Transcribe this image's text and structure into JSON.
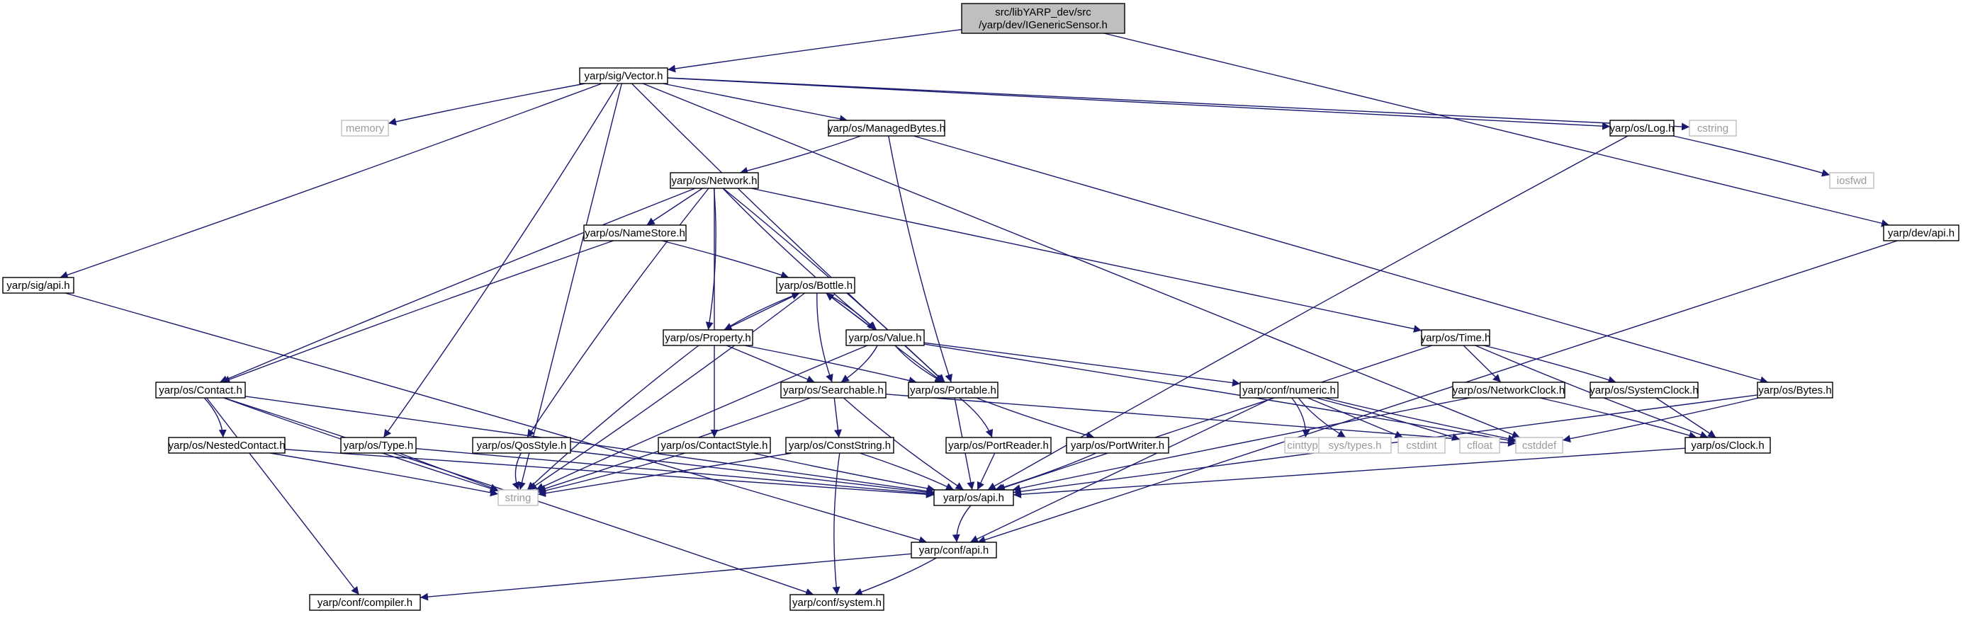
{
  "diagram": {
    "colors": {
      "edge": "#191970",
      "root_fill": "#bfbfbf",
      "system_border": "#bfbfbf",
      "node_border": "#000000"
    },
    "nodes": [
      {
        "id": "root",
        "lines": [
          "src/libYARP_dev/src",
          "/yarp/dev/IGenericSensor.h"
        ],
        "kind": "root"
      },
      {
        "id": "vector",
        "lines": [
          "yarp/sig/Vector.h"
        ],
        "kind": "header"
      },
      {
        "id": "memory",
        "lines": [
          "memory"
        ],
        "kind": "system"
      },
      {
        "id": "managedbytes",
        "lines": [
          "yarp/os/ManagedBytes.h"
        ],
        "kind": "header"
      },
      {
        "id": "log",
        "lines": [
          "yarp/os/Log.h"
        ],
        "kind": "header"
      },
      {
        "id": "cstring",
        "lines": [
          "cstring"
        ],
        "kind": "system"
      },
      {
        "id": "iosfwd",
        "lines": [
          "iosfwd"
        ],
        "kind": "system"
      },
      {
        "id": "devapi",
        "lines": [
          "yarp/dev/api.h"
        ],
        "kind": "header"
      },
      {
        "id": "sigapi",
        "lines": [
          "yarp/sig/api.h"
        ],
        "kind": "header"
      },
      {
        "id": "network",
        "lines": [
          "yarp/os/Network.h"
        ],
        "kind": "header"
      },
      {
        "id": "namestore",
        "lines": [
          "yarp/os/NameStore.h"
        ],
        "kind": "header"
      },
      {
        "id": "bottle",
        "lines": [
          "yarp/os/Bottle.h"
        ],
        "kind": "header"
      },
      {
        "id": "property",
        "lines": [
          "yarp/os/Property.h"
        ],
        "kind": "header"
      },
      {
        "id": "value",
        "lines": [
          "yarp/os/Value.h"
        ],
        "kind": "header"
      },
      {
        "id": "time",
        "lines": [
          "yarp/os/Time.h"
        ],
        "kind": "header"
      },
      {
        "id": "contact",
        "lines": [
          "yarp/os/Contact.h"
        ],
        "kind": "header"
      },
      {
        "id": "searchable",
        "lines": [
          "yarp/os/Searchable.h"
        ],
        "kind": "header"
      },
      {
        "id": "portable",
        "lines": [
          "yarp/os/Portable.h"
        ],
        "kind": "header"
      },
      {
        "id": "numeric",
        "lines": [
          "yarp/conf/numeric.h"
        ],
        "kind": "header"
      },
      {
        "id": "networkclock",
        "lines": [
          "yarp/os/NetworkClock.h"
        ],
        "kind": "header"
      },
      {
        "id": "systemclock",
        "lines": [
          "yarp/os/SystemClock.h"
        ],
        "kind": "header"
      },
      {
        "id": "bytes",
        "lines": [
          "yarp/os/Bytes.h"
        ],
        "kind": "header"
      },
      {
        "id": "nestedcontact",
        "lines": [
          "yarp/os/NestedContact.h"
        ],
        "kind": "header"
      },
      {
        "id": "type",
        "lines": [
          "yarp/os/Type.h"
        ],
        "kind": "header"
      },
      {
        "id": "qosstyle",
        "lines": [
          "yarp/os/QosStyle.h"
        ],
        "kind": "header"
      },
      {
        "id": "contactstyle",
        "lines": [
          "yarp/os/ContactStyle.h"
        ],
        "kind": "header"
      },
      {
        "id": "conststring",
        "lines": [
          "yarp/os/ConstString.h"
        ],
        "kind": "header"
      },
      {
        "id": "portreader",
        "lines": [
          "yarp/os/PortReader.h"
        ],
        "kind": "header"
      },
      {
        "id": "portwriter",
        "lines": [
          "yarp/os/PortWriter.h"
        ],
        "kind": "header"
      },
      {
        "id": "cinttypes",
        "lines": [
          "cinttypes"
        ],
        "kind": "system"
      },
      {
        "id": "systypes",
        "lines": [
          "sys/types.h"
        ],
        "kind": "system"
      },
      {
        "id": "cstdint",
        "lines": [
          "cstdint"
        ],
        "kind": "system"
      },
      {
        "id": "cfloat",
        "lines": [
          "cfloat"
        ],
        "kind": "system"
      },
      {
        "id": "cstddef",
        "lines": [
          "cstddef"
        ],
        "kind": "system"
      },
      {
        "id": "clock",
        "lines": [
          "yarp/os/Clock.h"
        ],
        "kind": "header"
      },
      {
        "id": "string",
        "lines": [
          "string"
        ],
        "kind": "system"
      },
      {
        "id": "osapi",
        "lines": [
          "yarp/os/api.h"
        ],
        "kind": "header"
      },
      {
        "id": "confapi",
        "lines": [
          "yarp/conf/api.h"
        ],
        "kind": "header"
      },
      {
        "id": "compiler",
        "lines": [
          "yarp/conf/compiler.h"
        ],
        "kind": "header"
      },
      {
        "id": "system",
        "lines": [
          "yarp/conf/system.h"
        ],
        "kind": "header"
      }
    ],
    "edges": [
      [
        "root",
        "vector"
      ],
      [
        "root",
        "devapi"
      ],
      [
        "vector",
        "sigapi"
      ],
      [
        "vector",
        "memory"
      ],
      [
        "vector",
        "managedbytes"
      ],
      [
        "vector",
        "log"
      ],
      [
        "vector",
        "cstring"
      ],
      [
        "vector",
        "string"
      ],
      [
        "vector",
        "type"
      ],
      [
        "vector",
        "portable"
      ],
      [
        "vector",
        "cstddef"
      ],
      [
        "managedbytes",
        "network"
      ],
      [
        "managedbytes",
        "portable"
      ],
      [
        "managedbytes",
        "bytes"
      ],
      [
        "log",
        "iosfwd"
      ],
      [
        "log",
        "osapi"
      ],
      [
        "devapi",
        "confapi"
      ],
      [
        "sigapi",
        "confapi"
      ],
      [
        "network",
        "contact"
      ],
      [
        "network",
        "namestore"
      ],
      [
        "network",
        "property"
      ],
      [
        "network",
        "value"
      ],
      [
        "network",
        "time"
      ],
      [
        "network",
        "portable"
      ],
      [
        "network",
        "qosstyle"
      ],
      [
        "network",
        "contactstyle"
      ],
      [
        "namestore",
        "bottle"
      ],
      [
        "namestore",
        "contact"
      ],
      [
        "bottle",
        "property"
      ],
      [
        "bottle",
        "value"
      ],
      [
        "bottle",
        "searchable"
      ],
      [
        "bottle",
        "portable"
      ],
      [
        "bottle",
        "string"
      ],
      [
        "property",
        "bottle"
      ],
      [
        "property",
        "searchable"
      ],
      [
        "property",
        "portable"
      ],
      [
        "property",
        "string"
      ],
      [
        "value",
        "bottle"
      ],
      [
        "value",
        "searchable"
      ],
      [
        "value",
        "portable"
      ],
      [
        "value",
        "numeric"
      ],
      [
        "value",
        "cstddef"
      ],
      [
        "value",
        "string"
      ],
      [
        "time",
        "networkclock"
      ],
      [
        "time",
        "systemclock"
      ],
      [
        "time",
        "clock"
      ],
      [
        "time",
        "osapi"
      ],
      [
        "contact",
        "nestedcontact"
      ],
      [
        "contact",
        "string"
      ],
      [
        "contact",
        "compiler"
      ],
      [
        "contact",
        "system"
      ],
      [
        "contact",
        "osapi"
      ],
      [
        "searchable",
        "conststring"
      ],
      [
        "searchable",
        "string"
      ],
      [
        "searchable",
        "osapi"
      ],
      [
        "searchable",
        "cstddef"
      ],
      [
        "portable",
        "portreader"
      ],
      [
        "portable",
        "portwriter"
      ],
      [
        "portable",
        "osapi"
      ],
      [
        "numeric",
        "cinttypes"
      ],
      [
        "numeric",
        "systypes"
      ],
      [
        "numeric",
        "cstdint"
      ],
      [
        "numeric",
        "cfloat"
      ],
      [
        "numeric",
        "cstddef"
      ],
      [
        "numeric",
        "confapi"
      ],
      [
        "networkclock",
        "clock"
      ],
      [
        "networkclock",
        "osapi"
      ],
      [
        "systemclock",
        "clock"
      ],
      [
        "bytes",
        "cstddef"
      ],
      [
        "bytes",
        "osapi"
      ],
      [
        "clock",
        "osapi"
      ],
      [
        "nestedcontact",
        "string"
      ],
      [
        "nestedcontact",
        "osapi"
      ],
      [
        "type",
        "string"
      ],
      [
        "type",
        "osapi"
      ],
      [
        "qosstyle",
        "string"
      ],
      [
        "qosstyle",
        "osapi"
      ],
      [
        "contactstyle",
        "string"
      ],
      [
        "contactstyle",
        "osapi"
      ],
      [
        "conststring",
        "string"
      ],
      [
        "conststring",
        "osapi"
      ],
      [
        "conststring",
        "system"
      ],
      [
        "portreader",
        "osapi"
      ],
      [
        "portwriter",
        "osapi"
      ],
      [
        "osapi",
        "confapi"
      ],
      [
        "confapi",
        "compiler"
      ],
      [
        "confapi",
        "system"
      ]
    ]
  }
}
